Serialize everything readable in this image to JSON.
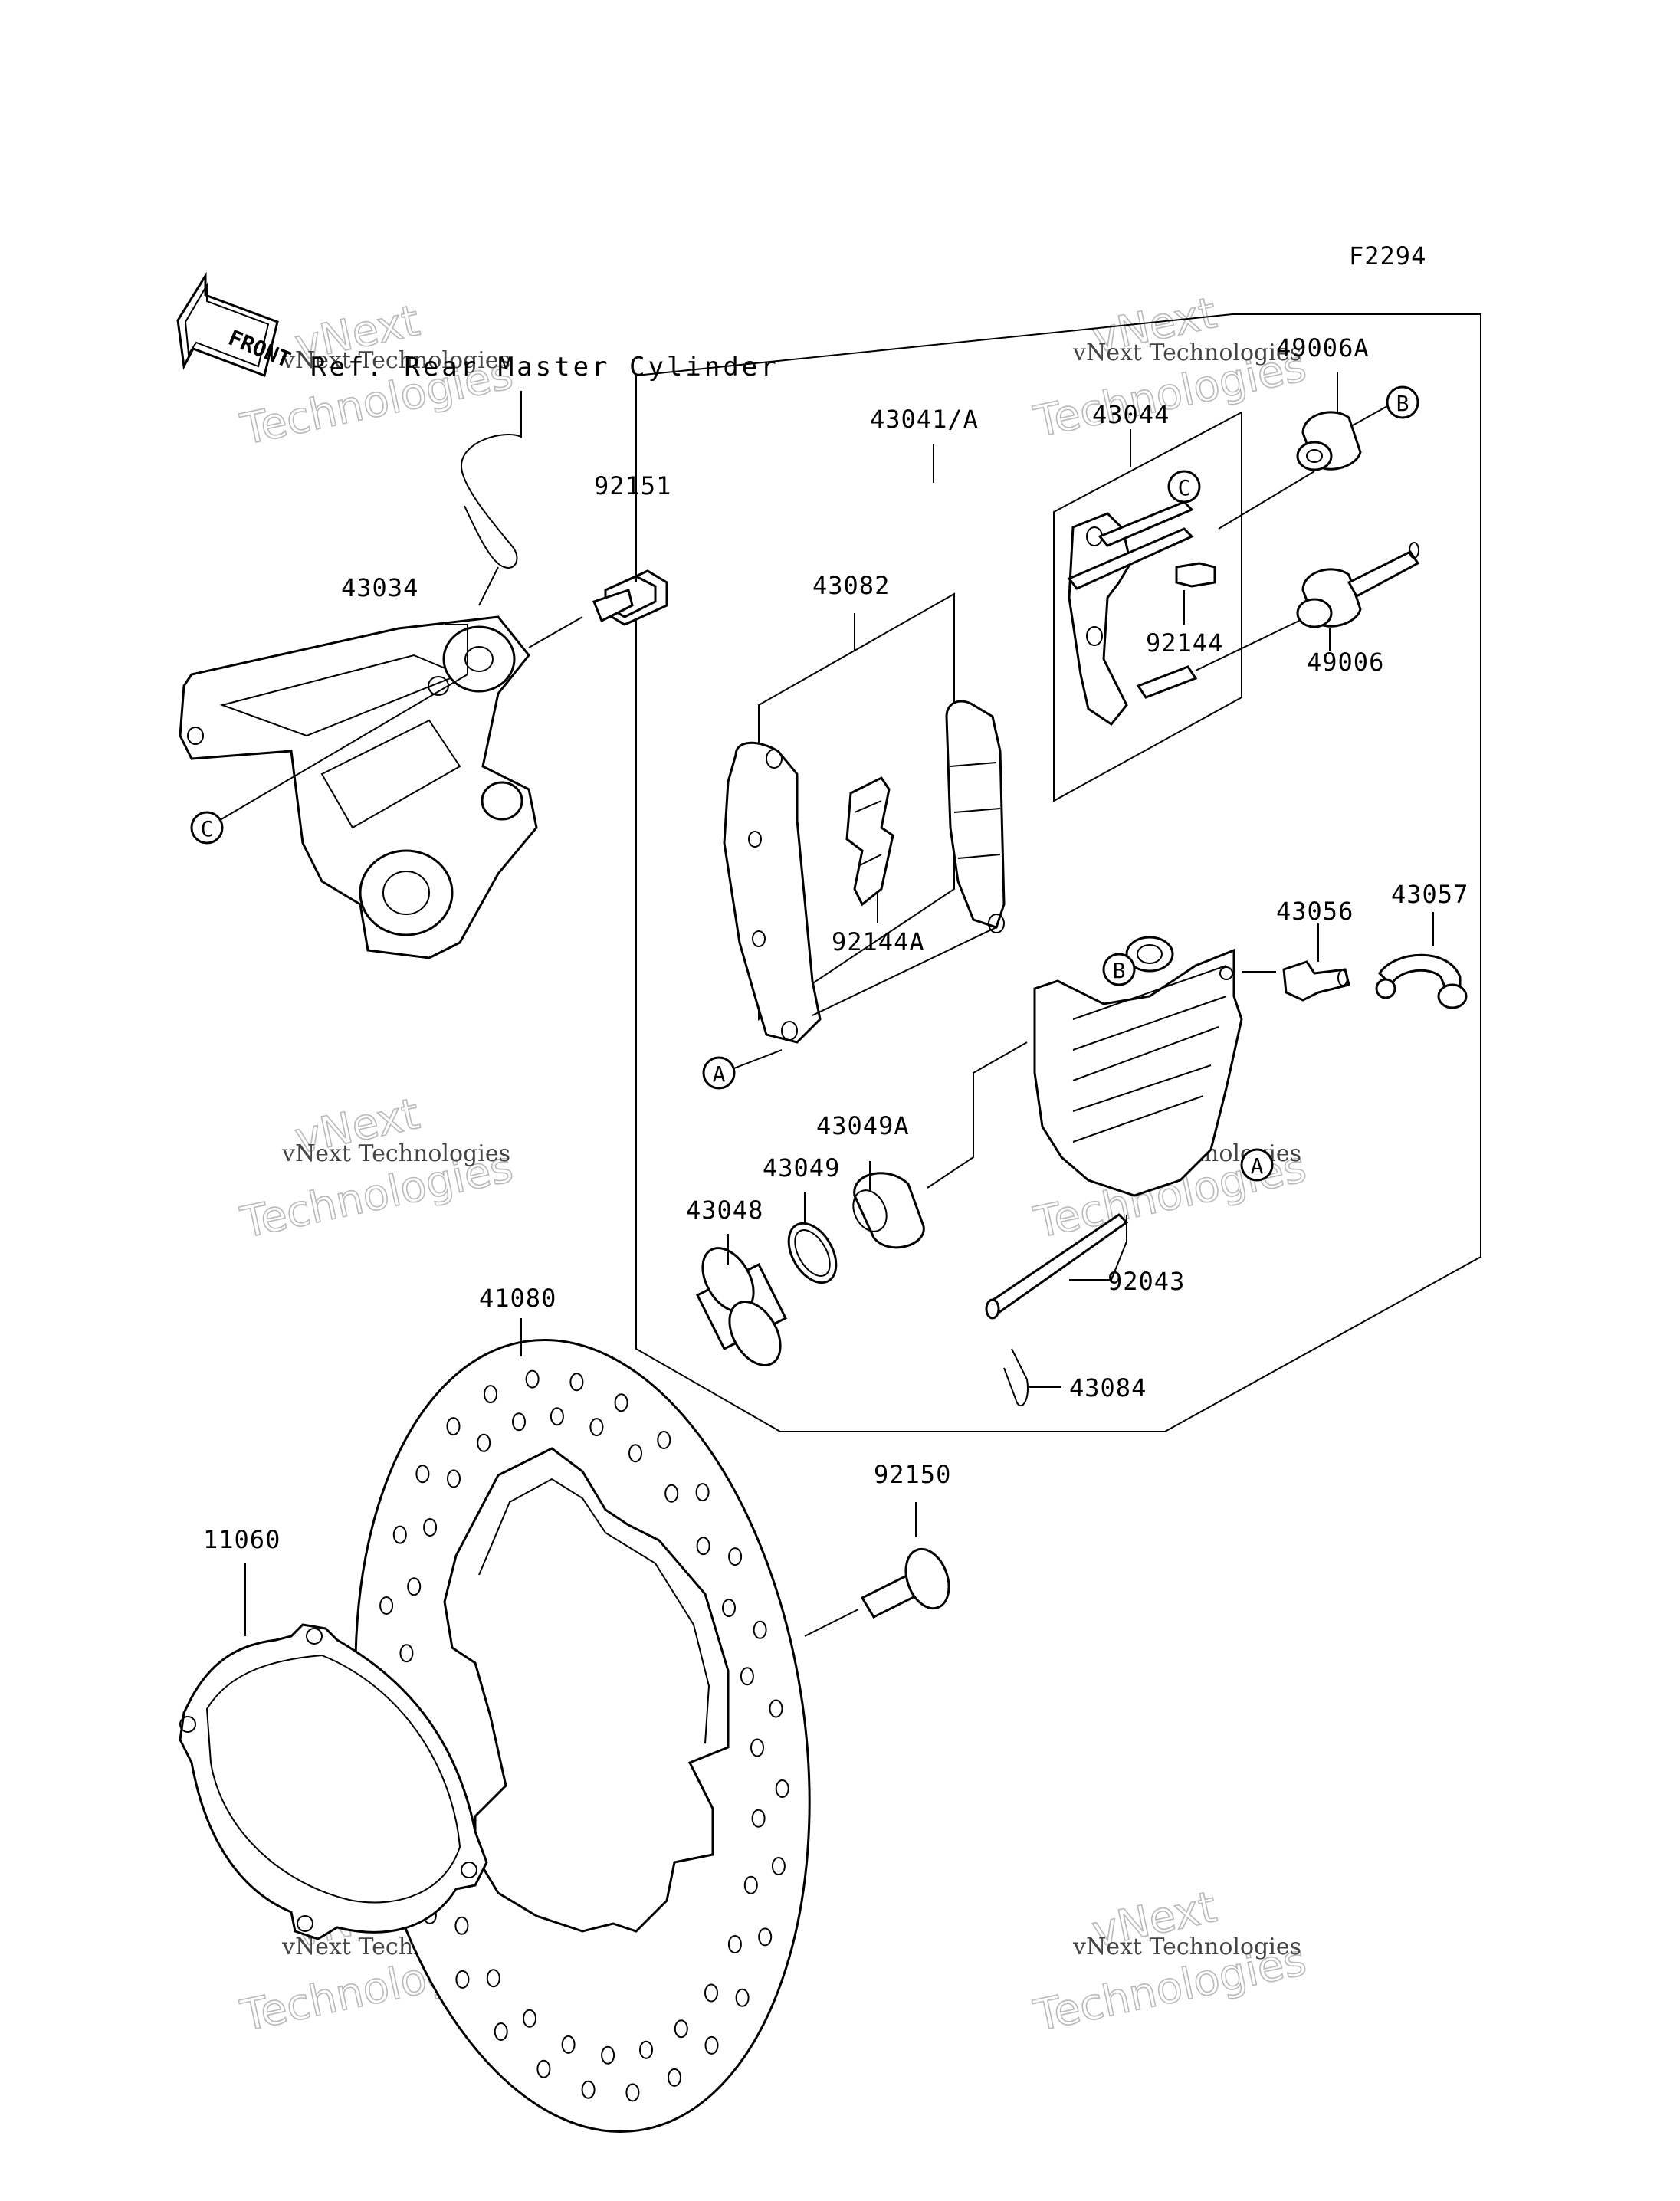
{
  "figure_code": "F2294",
  "front_label": "FRONT",
  "reference_note": "Ref. Rear Master Cylinder",
  "callouts": {
    "A": "A",
    "B": "B",
    "C": "C"
  },
  "part_numbers": {
    "p43041A": "43041/A",
    "p43044": "43044",
    "p49006A": "49006A",
    "p92151": "92151",
    "p43034": "43034",
    "p43082": "43082",
    "p92144": "92144",
    "p49006": "49006",
    "p43056": "43056",
    "p43057": "43057",
    "p92144A": "92144A",
    "p43049A": "43049A",
    "p43049": "43049",
    "p43048": "43048",
    "p92043": "92043",
    "p41080": "41080",
    "p43084": "43084",
    "p92150": "92150",
    "p11060": "11060"
  },
  "watermark": {
    "line1": "vNext Technologies",
    "line2": "vNext",
    "line3": "Technologies"
  }
}
